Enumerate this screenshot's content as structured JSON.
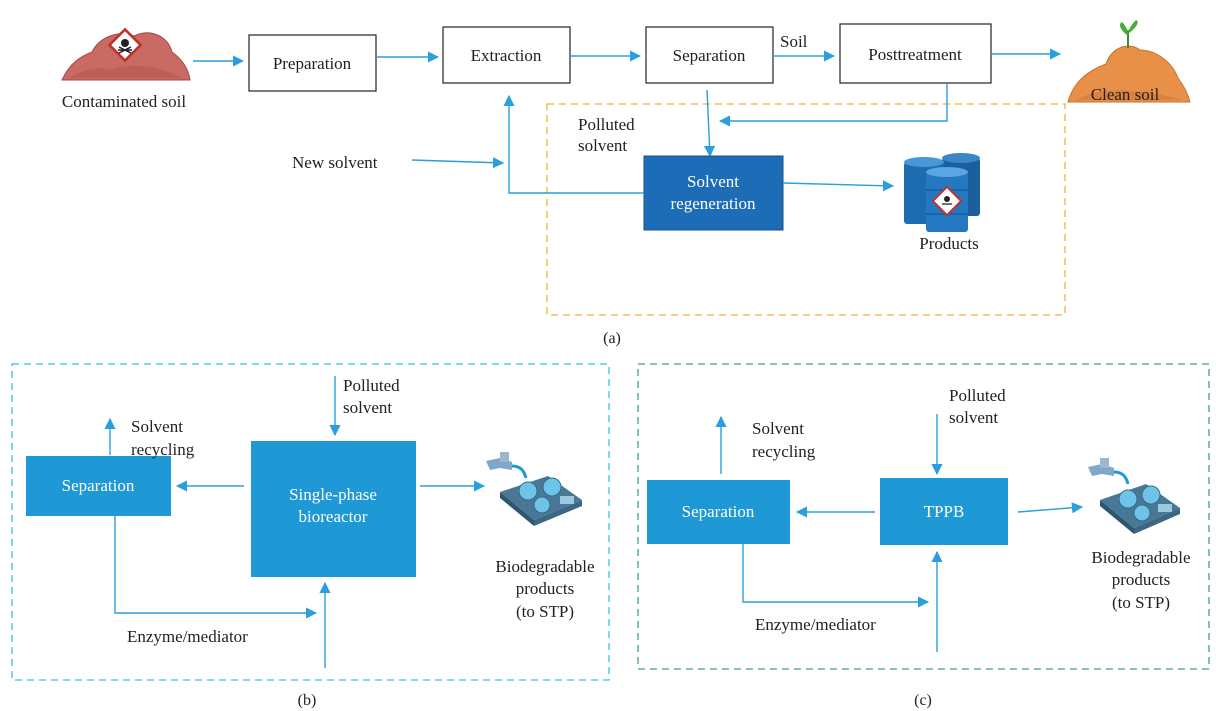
{
  "panel_a": {
    "label": "(a)",
    "contaminated_soil": "Contaminated soil",
    "preparation": "Preparation",
    "extraction": "Extraction",
    "separation": "Separation",
    "soil_edge": "Soil",
    "posttreatment": "Posttreatment",
    "clean_soil": "Clean soil",
    "polluted_solvent_1": "Polluted",
    "polluted_solvent_2": "solvent",
    "new_solvent": "New solvent",
    "regen_1": "Solvent",
    "regen_2": "regeneration",
    "products": "Products"
  },
  "panel_b": {
    "label": "(b)",
    "polluted_1": "Polluted",
    "polluted_2": "solvent",
    "recycling_1": "Solvent",
    "recycling_2": "recycling",
    "separation": "Separation",
    "reactor_1": "Single-phase",
    "reactor_2": "bioreactor",
    "enzyme": "Enzyme/mediator",
    "bio_1": "Biodegradable",
    "bio_2": "products",
    "bio_3": "(to STP)"
  },
  "panel_c": {
    "label": "(c)",
    "polluted_1": "Polluted",
    "polluted_2": "solvent",
    "recycling_1": "Solvent",
    "recycling_2": "recycling",
    "separation": "Separation",
    "reactor": "TPPB",
    "enzyme": "Enzyme/mediator",
    "bio_1": "Biodegradable",
    "bio_2": "products",
    "bio_3": "(to STP)"
  },
  "colors": {
    "arrow": "#2b9fdc",
    "box_light_blue": "#1f98d6",
    "box_dark_blue": "#1d6cb7",
    "dashed_orange": "#f2b233",
    "dashed_cyan": "#3bbfe0",
    "dashed_green": "#3aa86a"
  }
}
